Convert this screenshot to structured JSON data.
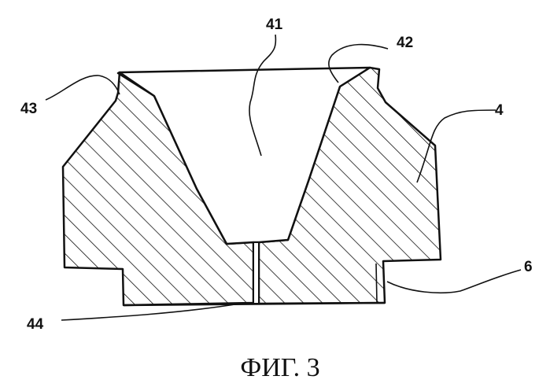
{
  "figure": {
    "caption": "ФИГ. 3",
    "labels": {
      "l41": "41",
      "l42": "42",
      "l43": "43",
      "l4": "4",
      "l6": "6",
      "l44": "44"
    }
  }
}
